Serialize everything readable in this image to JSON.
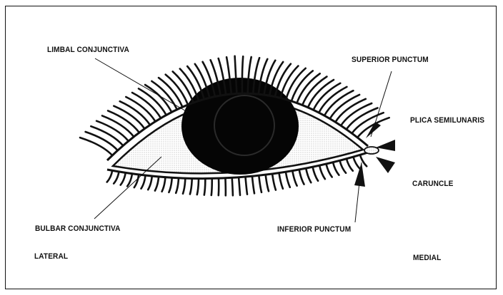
{
  "labels": {
    "limbal_conjunctiva": "LIMBAL CONJUNCTIVA",
    "superior_punctum": "SUPERIOR PUNCTUM",
    "plica_semilunaris": "PLICA SEMILUNARIS",
    "caruncle": "CARUNCLE",
    "bulbar_conjunctiva": "BULBAR CONJUNCTIVA",
    "inferior_punctum": "INFERIOR PUNCTUM",
    "lateral": "LATERAL",
    "medial": "MEDIAL"
  },
  "colors": {
    "ink": "#111111",
    "sclera_stipple": "#c8c8c8",
    "background": "#ffffff"
  }
}
